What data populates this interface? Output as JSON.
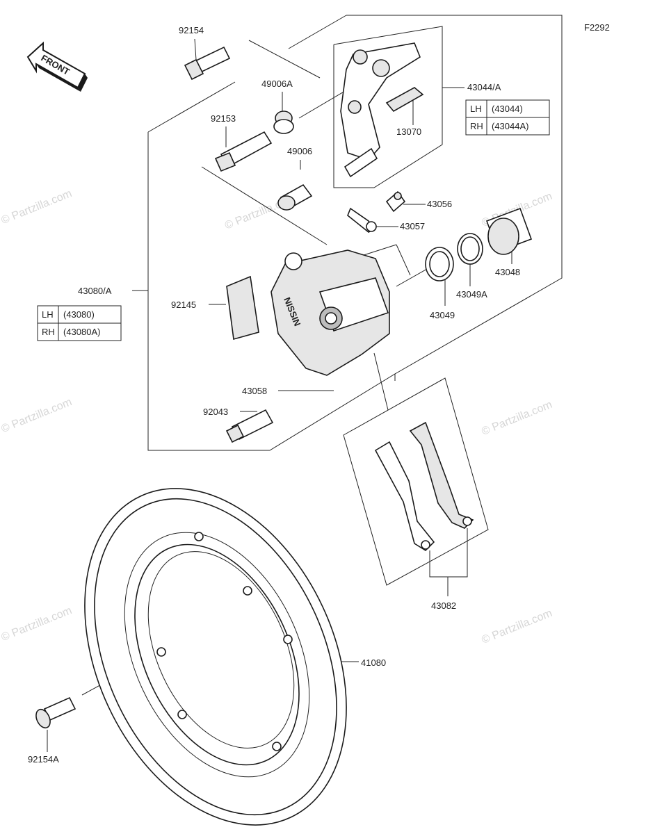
{
  "figure_code": "F2292",
  "front_label": "FRONT",
  "watermark": "© Partzilla.com",
  "parts": {
    "p92154": "92154",
    "p49006A": "49006A",
    "p92153": "92153",
    "p49006": "49006",
    "p43044A": "43044/A",
    "p13070": "13070",
    "p43056": "43056",
    "p43057": "43057",
    "p43048": "43048",
    "p43049A": "43049A",
    "p43049": "43049",
    "p43080A": "43080/A",
    "p92145": "92145",
    "p43058": "43058",
    "p92043": "92043",
    "p43082": "43082",
    "p41080": "41080",
    "p92154A": "92154A"
  },
  "table_43044": {
    "rows": [
      {
        "side": "LH",
        "part": "(43044)"
      },
      {
        "side": "RH",
        "part": "(43044A)"
      }
    ]
  },
  "table_43080": {
    "rows": [
      {
        "side": "LH",
        "part": "(43080)"
      },
      {
        "side": "RH",
        "part": "(43080A)"
      }
    ]
  },
  "caliper_brand": "NISSIN"
}
